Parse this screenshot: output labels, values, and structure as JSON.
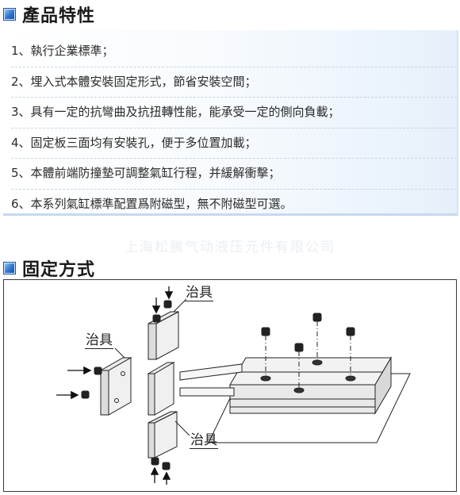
{
  "section1": {
    "title": "產品特性"
  },
  "features": [
    "1、執行企業標準；",
    "2、埋入式本體安裝固定形式，節省安裝空間；",
    "3、具有一定的抗彎曲及抗扭轉性能，能承受一定的側向負載；",
    "4、固定板三面均有安裝孔，便于多位置加載；",
    "5、本體前端防撞墊可調整氣缸行程，并緩解衝擊；",
    "6、本系列氣缸標準配置爲附磁型，無不附磁型可選。"
  ],
  "watermark": "上海松騰气动液压元件有限公司",
  "section2": {
    "title": "固定方式"
  },
  "diagram": {
    "labels": {
      "top": "治具",
      "left": "治具",
      "bottom": "治具"
    }
  },
  "colors": {
    "marker": "#2f74d0",
    "panel_shade": "#e6f0fa",
    "panel_border": "#c6d9ee"
  }
}
